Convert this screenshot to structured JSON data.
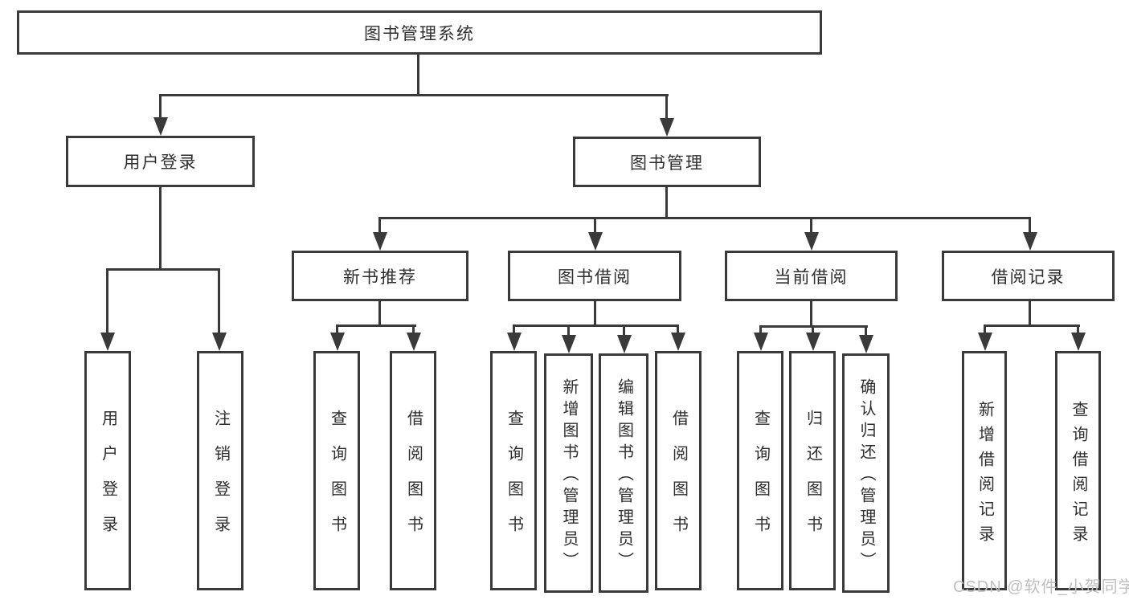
{
  "tree": {
    "root": "图书管理系统",
    "branches": [
      {
        "label": "用户登录",
        "children": [
          "用户登录",
          "注销登录"
        ]
      },
      {
        "label": "图书管理",
        "groups": [
          {
            "label": "新书推荐",
            "children": [
              "查询图书",
              "借阅图书"
            ]
          },
          {
            "label": "图书借阅",
            "children": [
              "查询图书",
              "新增图书（管理员）",
              "编辑图书（管理员）",
              "借阅图书"
            ]
          },
          {
            "label": "当前借阅",
            "children": [
              "查询图书",
              "归还图书",
              "确认归还（管理员）"
            ]
          },
          {
            "label": "借阅记录",
            "children": [
              "新增借阅记录",
              "查询借阅记录"
            ]
          }
        ]
      }
    ]
  },
  "watermark": "CSDN @软件_小贺同学",
  "colors": {
    "line": "#3a3a3a",
    "text": "#2e2e2e",
    "watermark_text": "#bfbfbf",
    "background": "#ffffff"
  }
}
